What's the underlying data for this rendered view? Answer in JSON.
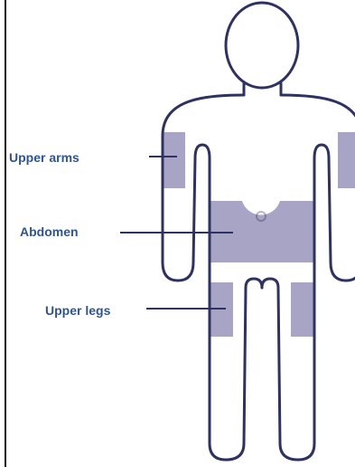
{
  "labels": {
    "upper_arms": "Upper arms",
    "abdomen": "Abdomen",
    "upper_legs": "Upper legs"
  },
  "colors": {
    "outline": "#2e3263",
    "injection_area": "#a8a4c6",
    "label_text": "#2f5496",
    "border": "#111111",
    "background": "#ffffff"
  },
  "icons": {
    "body": "human-body-outline-icon",
    "navel": "navel-circle-icon"
  }
}
